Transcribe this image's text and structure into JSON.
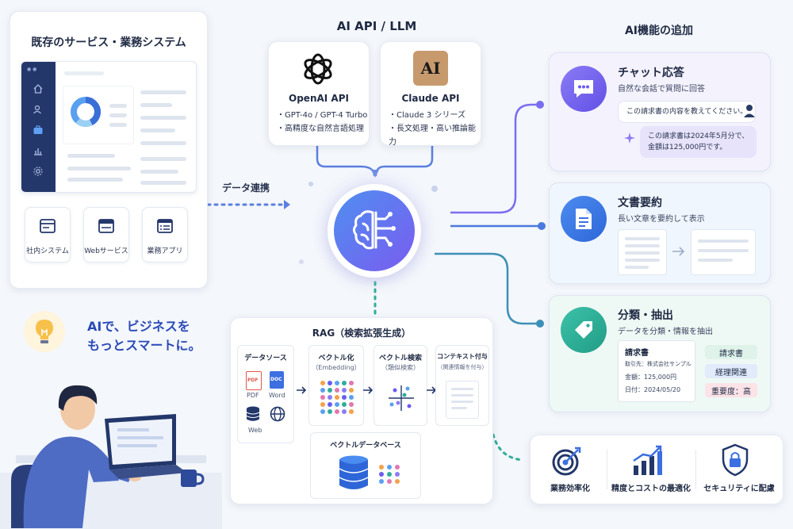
{
  "legacy": {
    "title": "既存のサービス・業務システム",
    "items": [
      {
        "label": "社内システム"
      },
      {
        "label": "Webサービス"
      },
      {
        "label": "業務アプリ"
      }
    ]
  },
  "data_link_label": "データ連携",
  "llm": {
    "title": "AI API / LLM",
    "openai": {
      "name": "OpenAI API",
      "bullets": [
        "・GPT-4o / GPT-4 Turbo",
        "・高精度な自然言語処理"
      ]
    },
    "claude": {
      "name": "Claude API",
      "logo": "AI",
      "bullets": [
        "・Claude 3 シリーズ",
        "・長文処理・高い推論能力"
      ]
    }
  },
  "features": {
    "title": "AI機能の追加",
    "chat": {
      "title": "チャット応答",
      "desc": "自然な会話で質問に回答",
      "question": "この請求書の内容を教えてください。",
      "answer_line1": "この請求書は2024年5月分で、",
      "answer_line2": "金額は125,000円です。"
    },
    "summary": {
      "title": "文書要約",
      "desc": "長い文章を要約して表示"
    },
    "classify": {
      "title": "分類・抽出",
      "desc": "データを分類・情報を抽出",
      "doc_title": "請求書",
      "doc_lines": [
        "取引先：株式会社サンプル",
        "金額：125,000円",
        "日付：2024/05/20"
      ],
      "tags": [
        {
          "label": "請求書",
          "color": "#dff3ea"
        },
        {
          "label": "経理関連",
          "color": "#e1ebfb"
        },
        {
          "label": "重要度：高",
          "color": "#fbe3e8"
        }
      ]
    }
  },
  "rag": {
    "title": "RAG（検索拡張生成）",
    "source": {
      "title": "データソース",
      "pdf": "PDF",
      "word": "Word",
      "web": "Web",
      "pdf_icon": "PDF",
      "doc_icon": "DOC"
    },
    "vectorize": {
      "title": "ベクトル化",
      "sub": "（Embedding）"
    },
    "search": {
      "title": "ベクトル検索",
      "sub": "（類似検索）"
    },
    "context": {
      "title": "コンテキスト付与",
      "sub": "（関連情報を付与）"
    },
    "vectordb": {
      "title": "ベクトルデータベース"
    }
  },
  "tagline": {
    "line1": "AIで、ビジネスを",
    "line2": "もっとスマートに。"
  },
  "benefits": [
    {
      "label": "業務効率化"
    },
    {
      "label": "精度とコストの最適化"
    },
    {
      "label": "セキュリティに配慮"
    }
  ],
  "colors": {
    "accent": "#6a5cf0",
    "blue": "#3c6fe0",
    "teal": "#2fae9a",
    "orange": "#f2a24a"
  }
}
